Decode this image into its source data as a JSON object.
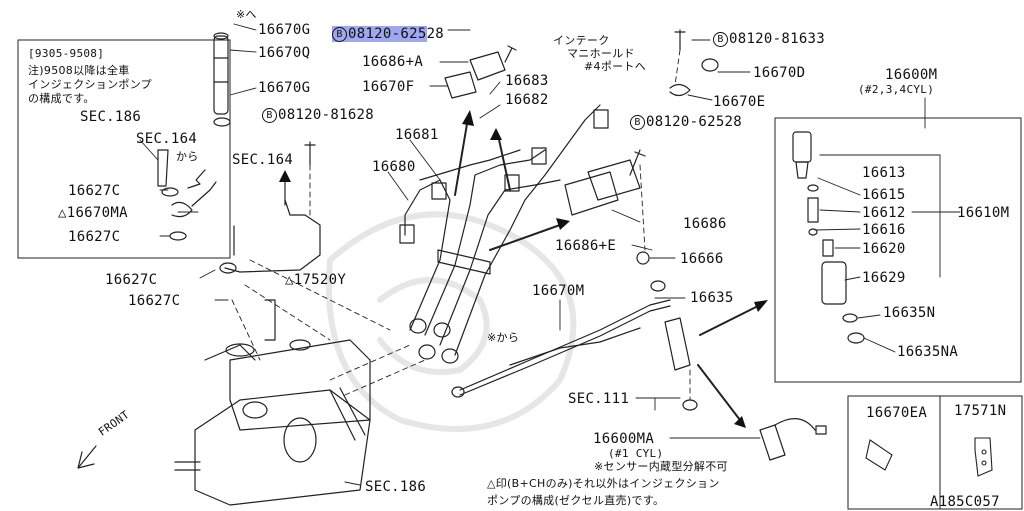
{
  "labels": {
    "inset_dates": "[9305-9508]",
    "inset_note_1": "注)9508以降は全車",
    "inset_note_2": "インジェクションポンプ",
    "inset_note_3": "の構成です。",
    "sec186_top": "SEC.186",
    "sec164_inset": "SEC.164",
    "kara_inset": "から",
    "p16627C_1": "16627C",
    "p16670MA": "△16670MA",
    "p16627C_2": "16627C",
    "p16627C_3": "16627C",
    "p16627C_4": "16627C",
    "p17520Y": "△17520Y",
    "sec164_main": "SEC.164",
    "ref_from": "※へ",
    "p16670G_1": "16670G",
    "p16670Q": "16670Q",
    "p16670G_2": "16670G",
    "b08120_81628": "08120-81628",
    "b08120_62528_hl": "08120-625",
    "b08120_62528_tail": "28",
    "p16686A": "16686+A",
    "p16670F": "16670F",
    "p16681": "16681",
    "p16680": "16680",
    "p16683": "16683",
    "p16682": "16682",
    "intake_1": "インテーク",
    "intake_2": "マニホールド",
    "intake_3": "#4ポートへ",
    "b08120_81633": "08120-81633",
    "p16670D": "16670D",
    "p16670E": "16670E",
    "b08120_62528_b": "08120-62528",
    "p16686": "16686",
    "p16686E": "16686+E",
    "p16666": "16666",
    "p16670M": "16670M",
    "ref_kara": "※から",
    "p16635": "16635",
    "sec111": "SEC.111",
    "p16600MA": "16600MA",
    "cyl1": "(#1 CYL)",
    "sensor_note": "※センサー内蔵型分解不可",
    "note_1": "△印(B+CHのみ)それ以外はインジェクション",
    "note_2": "ポンプの構成(ゼクセル直売)です。",
    "sec186_bottom": "SEC.186",
    "front": "FRONT",
    "p16600M": "16600M",
    "cyl234": "(#2,3,4CYL)",
    "p16613": "16613",
    "p16615": "16615",
    "p16612": "16612",
    "p16616": "16616",
    "p16620": "16620",
    "p16629": "16629",
    "p16610M": "16610M",
    "p16635N": "16635N",
    "p16635NA": "16635NA",
    "p16670EA": "16670EA",
    "p17571N": "17571N",
    "fig_code": "A185C057",
    "bolt_marker": "B"
  },
  "colors": {
    "highlight": "#9fa8ee",
    "ink": "#111111"
  }
}
